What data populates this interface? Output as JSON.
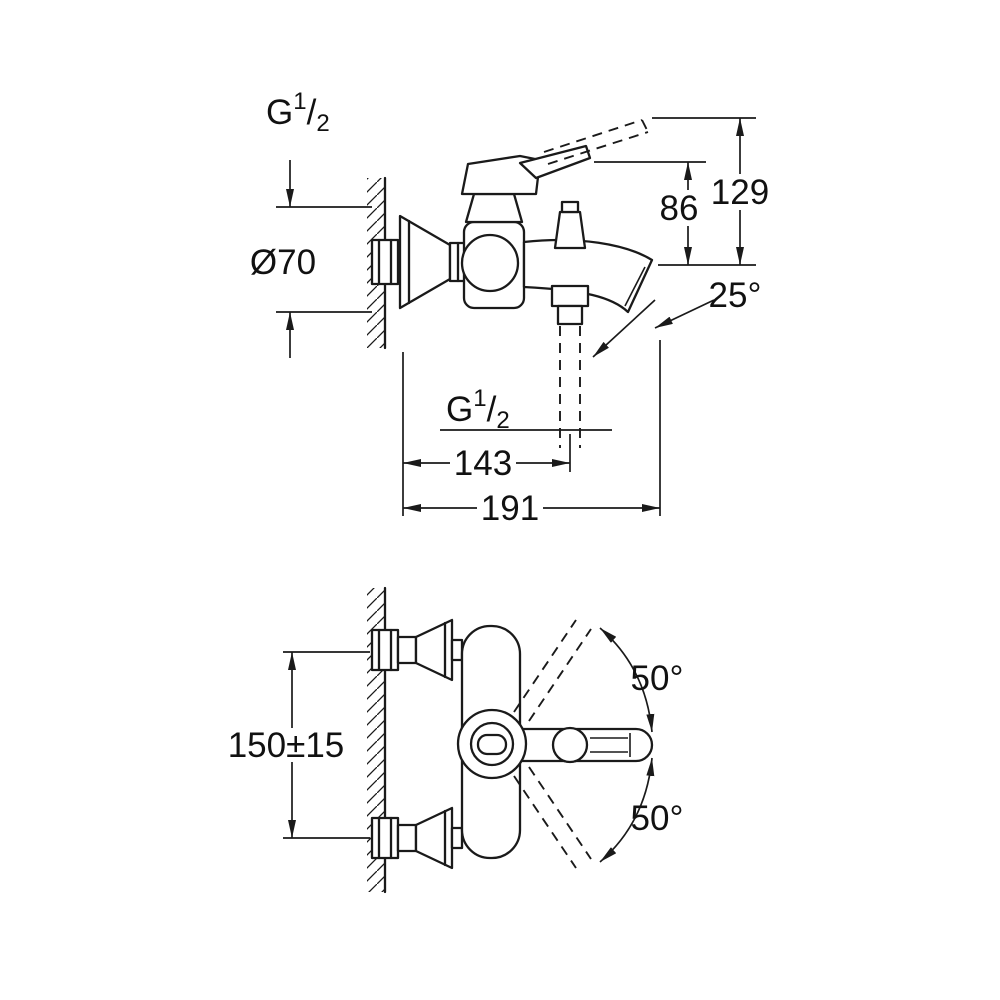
{
  "meta": {
    "type": "technical-dimension-drawing",
    "subject": "wall-mounted single-lever bath/shower mixer, side and front views"
  },
  "colors": {
    "line": "#1a1a1a",
    "background": "#ffffff"
  },
  "side_view": {
    "thread_top": {
      "g": "G",
      "sup": "1",
      "slash": "/",
      "sub": "2"
    },
    "flange_diameter": "Ø70",
    "height_86": "86",
    "height_129": "129",
    "spout_angle": "25°",
    "thread_bottom": {
      "g": "G",
      "sup": "1",
      "slash": "/",
      "sub": "2"
    },
    "depth_143": "143",
    "depth_191": "191"
  },
  "front_view": {
    "center_distance": "150±15",
    "swivel_up": "50°",
    "swivel_down": "50°"
  }
}
